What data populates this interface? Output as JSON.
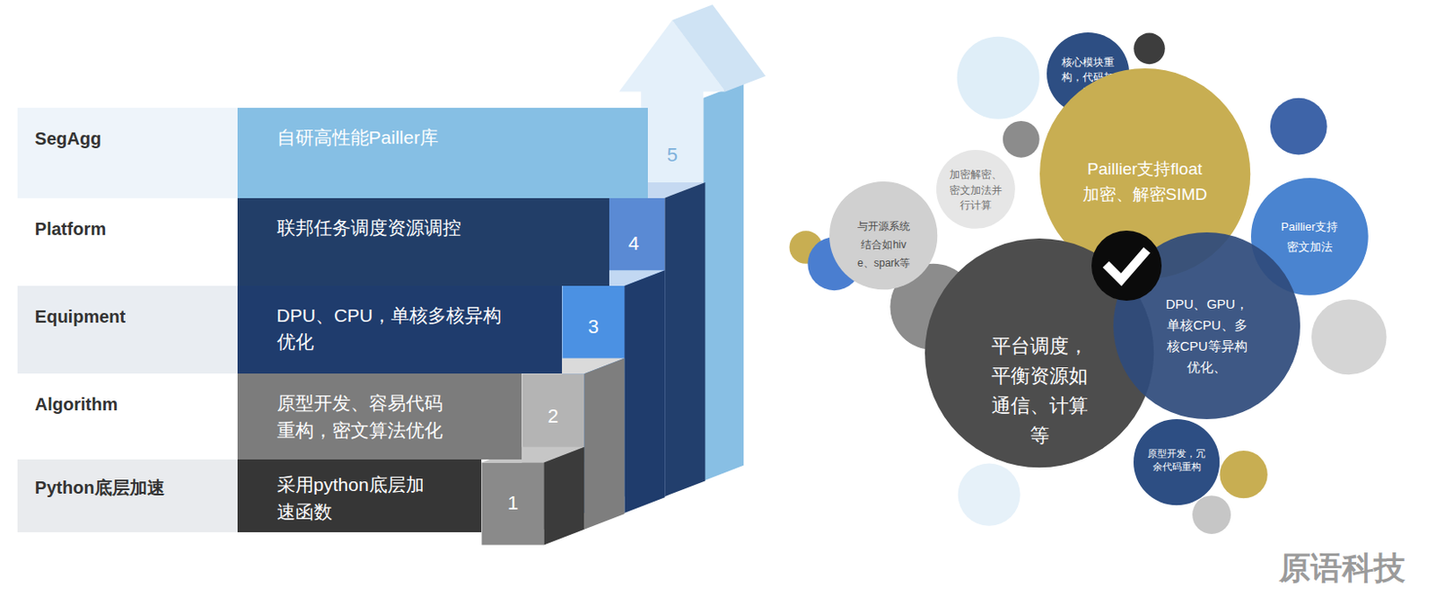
{
  "diagram": {
    "nodes": [
      {
        "text": [
          "SegAgg"
        ]
      },
      {
        "text": [
          "自研高性能Pailler库"
        ]
      },
      {
        "text": [
          "Platform"
        ]
      },
      {
        "text": [
          "联邦任务调度资源调控"
        ]
      },
      {
        "text": [
          "Equipment"
        ]
      },
      {
        "text": [
          "DPU、CPU，单核多核异构 优化"
        ]
      },
      {
        "text": [
          "Algorithm"
        ]
      },
      {
        "text": [
          "原型开发、容易代码 重构，密文算法优化"
        ]
      },
      {
        "text": [
          "Python底层加速"
        ]
      },
      {
        "text": [
          "采用python底层加 速函数"
        ]
      },
      {
        "text": [
          "5"
        ]
      },
      {
        "text": [
          "4"
        ]
      },
      {
        "text": [
          "3"
        ]
      },
      {
        "text": [
          "2"
        ]
      },
      {
        "text": [
          "1"
        ]
      },
      {
        "text": [
          "核心模块重 构，代码加 速"
        ]
      },
      {
        "text": [
          "加密解密、 密文加法并 行计算"
        ]
      },
      {
        "text": [
          "Paillier支持float 加密、解密SIMD"
        ]
      },
      {
        "text": [
          "Paillier支持 密文加法"
        ]
      },
      {
        "text": [
          "与开源系统 结合如hiv e、spark等"
        ]
      },
      {
        "text": [
          "平台调度， 平衡资源如 通信、计算 等"
        ]
      },
      {
        "text": [
          "DPU、GPU， 单核CPU、多 核CPU等异构 优化、"
        ]
      },
      {
        "text": [
          "原型开发，冗 余代码重构"
        ]
      }
    ],
    "labels": [
      "原语科技"
    ]
  }
}
